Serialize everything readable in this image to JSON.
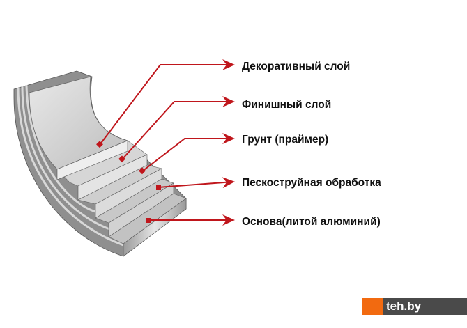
{
  "title": "Слои антипригарного покрытия",
  "layers": [
    {
      "label": "Декоративный слой"
    },
    {
      "label": "Финишный слой"
    },
    {
      "label": "Грунт (праймер)"
    },
    {
      "label": "Пескоструйная обработка"
    },
    {
      "label": "Основа(литой алюминий)"
    }
  ],
  "colors": {
    "arrow": "#c0161c",
    "brand": "#f26a10"
  },
  "watermark": "teh.by"
}
